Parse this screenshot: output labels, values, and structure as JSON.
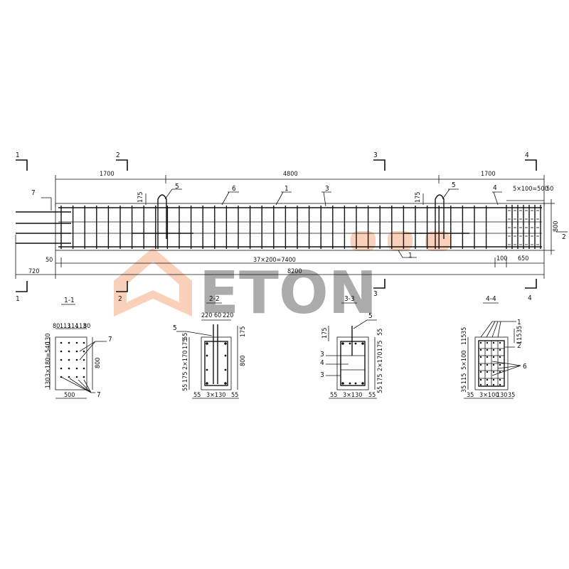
{
  "elevation": {
    "section_marks": [
      "1",
      "2",
      "3",
      "4"
    ],
    "dims_top": [
      "1700",
      "4800",
      "1700"
    ],
    "dims_right_top": [
      "5×100=500",
      "50"
    ],
    "height_dim": "800",
    "dims_bottom": [
      "50",
      "37×200=7400",
      "100",
      "650"
    ],
    "overall_dim": "8200",
    "left_dim": "720",
    "loop_dim": "175",
    "callouts": [
      "7",
      "5",
      "6",
      "1",
      "3",
      "5",
      "4",
      "1"
    ],
    "side_mark": "2"
  },
  "sections": [
    {
      "title": "1-1",
      "dims_top": [
        "80",
        "113",
        "114",
        "113",
        "80"
      ],
      "dims_left": [
        "130",
        "3×180=540",
        "130"
      ],
      "dim_right": "800",
      "dim_bottom": "500",
      "callouts": [
        "7",
        "7"
      ]
    },
    {
      "title": "2-2",
      "dims_top": [
        "220",
        "60",
        "220"
      ],
      "dims_left": [
        "55",
        "175",
        "2×170",
        "175",
        "55"
      ],
      "dims_right": [
        "175",
        "800"
      ],
      "dims_bottom": [
        "55",
        "3×130",
        "55"
      ],
      "callouts": [
        "5"
      ]
    },
    {
      "title": "3-3",
      "dims_left": [
        "175"
      ],
      "dims_right": [
        "55",
        "175",
        "2×170",
        "175",
        "55"
      ],
      "dims_bottom": [
        "55",
        "3×130",
        "55"
      ],
      "callouts": [
        "5",
        "3",
        "4",
        "3"
      ]
    },
    {
      "title": "4-4",
      "dims_left": [
        "35",
        "115",
        "5×100",
        "115",
        "35"
      ],
      "dims_right": [
        "115",
        "35"
      ],
      "dims_bottom": [
        "35",
        "3×100",
        "130",
        "35"
      ],
      "callouts": [
        "1",
        "2",
        "6"
      ]
    }
  ],
  "watermark": {
    "text": "ETON",
    "color": "#ee7b3a"
  }
}
